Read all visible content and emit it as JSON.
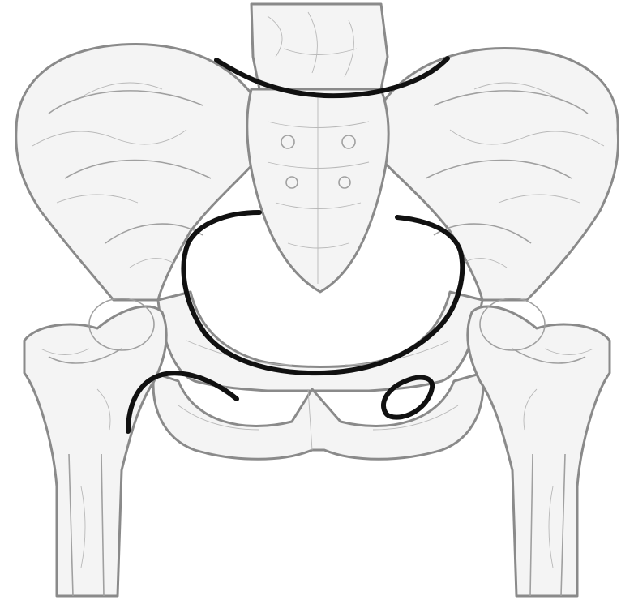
{
  "diagram": {
    "subject": "pelvis-anterior-view",
    "colors": {
      "background": "#ffffff",
      "bone_fill": "#f4f4f4",
      "bone_outline": "#8a8a8a",
      "annotation_stroke": "#111111"
    },
    "annotations": [
      {
        "id": "sacral-promontory-line",
        "shape": "arc"
      },
      {
        "id": "pelvic-brim-line",
        "shape": "u-curve"
      },
      {
        "id": "right-obturator-outline",
        "shape": "hook"
      },
      {
        "id": "left-obturator-outline",
        "shape": "ellipse"
      }
    ]
  }
}
